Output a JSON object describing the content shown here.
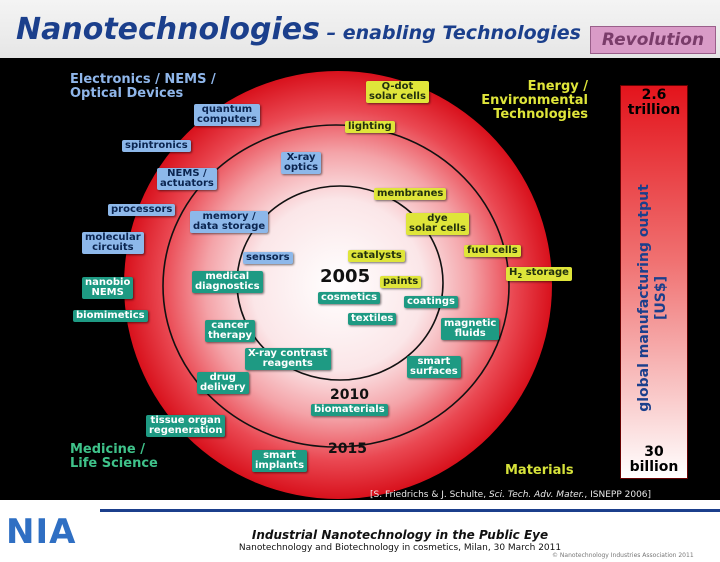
{
  "header": {
    "title_main": "Nanotechnologies",
    "title_rest": " – enabling Technologies",
    "badge": "Revolution"
  },
  "zones": {
    "electronics": "Electronics / NEMS /\nOptical Devices",
    "energy": "Energy /\nEnvironmental\nTechnologies",
    "medicine": "Medicine /\nLife Science",
    "materials": "Materials"
  },
  "center": {
    "year_2005": "2005",
    "year_2010": "2010",
    "year_2015": "2015"
  },
  "labels": {
    "quantum_computers": "quantum\ncomputers",
    "spintronics": "spintronics",
    "nems_actuators": "NEMS /\nactuators",
    "processors": "processors",
    "molecular_circuits": "molecular\ncircuits",
    "xray_optics": "X-ray\noptics",
    "memory_data_storage": "memory /\ndata storage",
    "sensors": "sensors",
    "qdot_solar_cells": "Q-dot\nsolar cells",
    "lighting": "lighting",
    "membranes": "membranes",
    "dye_solar_cells": "dye\nsolar cells",
    "fuel_cells": "fuel cells",
    "h2_storage_h": "H",
    "h2_storage_sub": "2",
    "h2_storage_rest": " storage",
    "catalysts": "catalysts",
    "paints": "paints",
    "cosmetics": "cosmetics",
    "coatings": "coatings",
    "textiles": "textiles",
    "magnetic_fluids": "magnetic\nfluids",
    "smart_surfaces": "smart\nsurfaces",
    "biomaterials": "biomaterials",
    "nanobio_nems": "nanobio\nNEMS",
    "biomimetics": "biomimetics",
    "medical_diagnostics": "medical\ndiagnostics",
    "cancer_therapy": "cancer\ntherapy",
    "xray_contrast_reagents": "X-ray contrast\nreagents",
    "drug_delivery": "drug\ndelivery",
    "tissue_organ_regeneration": "tissue organ\nregeneration",
    "smart_implants": "smart\nimplants"
  },
  "output_bar": {
    "top_value": "2.6\ntrillion",
    "bottom_value": "30\nbillion",
    "label": "global manufacturing output\n[US$]"
  },
  "citation": {
    "text": "[S. Friedrichs & J. Schulte, ",
    "journal": "Sci. Tech. Adv. Mater.",
    "rest": ", ISNEPP 2006]"
  },
  "footer": {
    "logo": "NIA",
    "line1": "Industrial Nanotechnology in the Public Eye",
    "line2": "Nanotechnology  and Biotechnology in cosmetics, Milan, 30 March 2011",
    "copyright": "© Nanotechnology Industries Association 2011"
  },
  "colors": {
    "title_blue": "#1b3f8c",
    "badge_pink": "#d99bc7",
    "label_blue": "#8db8ea",
    "label_yellow": "#dfe53a",
    "label_green": "#1e9a83",
    "zone_text_electronics": "#8fb6ea",
    "zone_text_energy": "#dfe53a",
    "zone_text_medicine": "#3fc28a",
    "zone_text_materials": "#d6e23a",
    "bar_top_red": "#e3141c"
  }
}
